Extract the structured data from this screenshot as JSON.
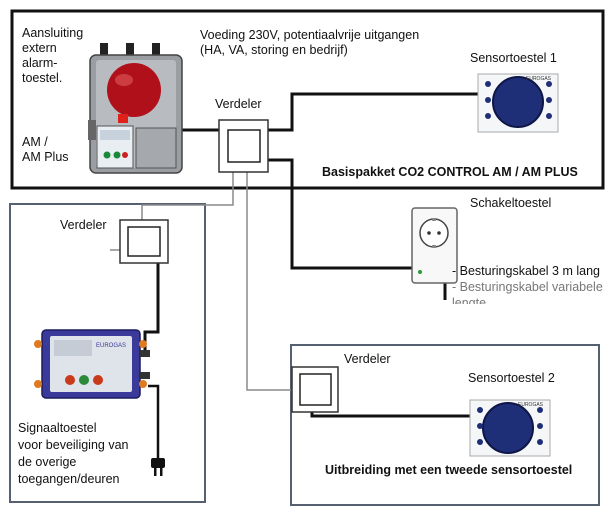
{
  "labels": {
    "alarm_connection": "Aansluiting\nextern\nalarm-\ntoestel.",
    "am_plus": "AM /\nAM Plus",
    "power_supply": "Voeding 230V, potentiaalvrije uitgangen\n(HA, VA, storing en bedrijf)",
    "distributor_main": "Verdeler",
    "sensor_1": "Sensortoestel 1",
    "basic_package": "Basispakket CO2 CONTROL AM / AM PLUS",
    "switch_device": "Schakeltoestel",
    "cable_fixed": "- Besturingskabel 3 m lang",
    "cable_variable": "- Besturingskabel variabele",
    "cable_variable_cont": "lengte",
    "distributor_left": "Verdeler",
    "signal_device": "Signaaltoestel\nvoor beveiliging van\nde overige\ntoegangen/deuren",
    "distributor_right": "Verdeler",
    "sensor_2": "Sensortoestel 2",
    "extension": "Uitbreiding met een tweede sensortoestel"
  },
  "device_text": {
    "sensor_brand": "EUROGAS"
  },
  "colors": {
    "frame": "#111111",
    "grey_frame": "#556070",
    "sensor_face": "#1e2f78",
    "alarm_dome": "#b0101a",
    "signal_body": "#3a3a9a",
    "cable_grey": "#8a8a8a"
  }
}
